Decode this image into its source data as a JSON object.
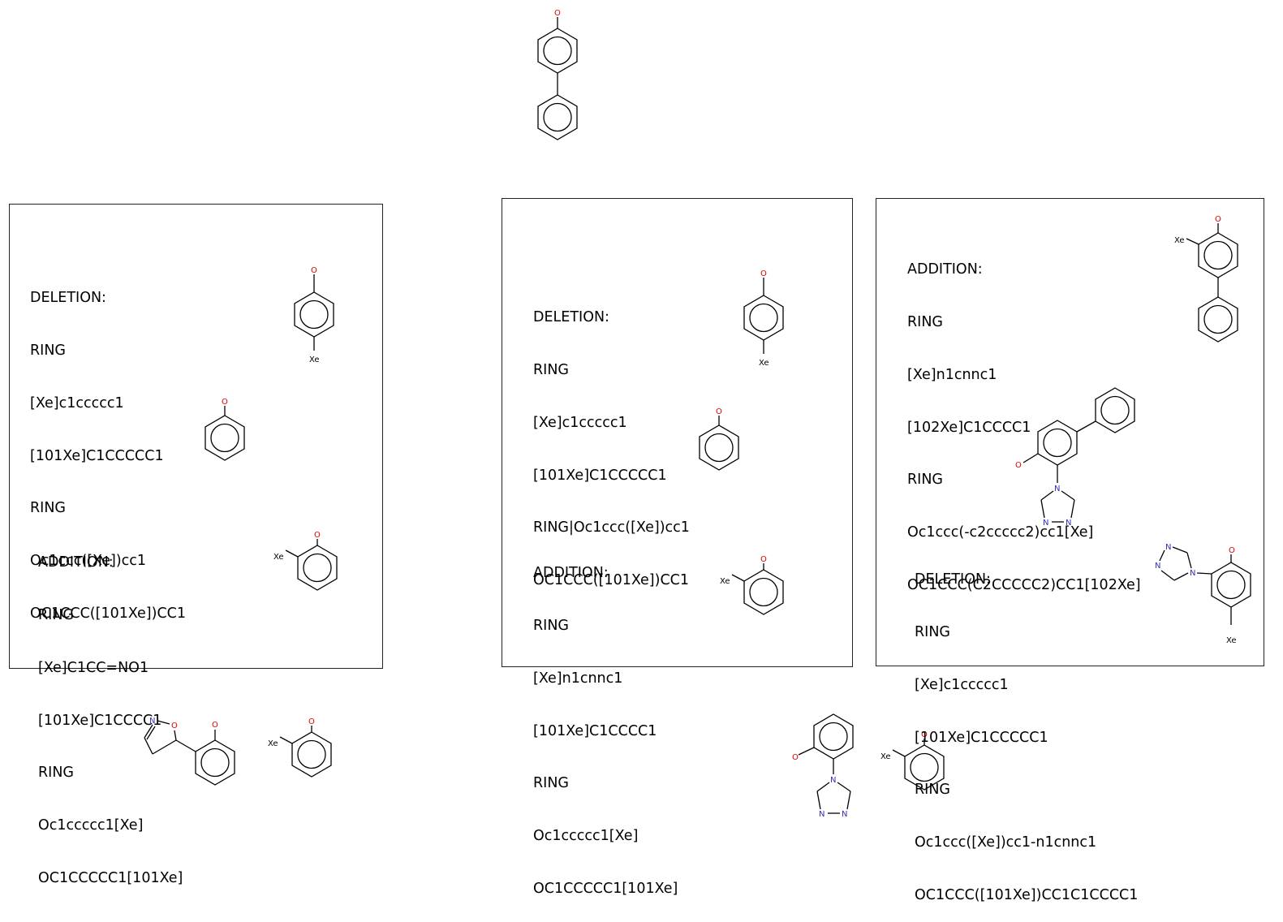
{
  "atoms": {
    "O": "O",
    "N": "N",
    "Xe": "Xe"
  },
  "panels": [
    {
      "deletion": {
        "header": "DELETION:",
        "lines": [
          "RING",
          "[Xe]c1ccccc1",
          "[101Xe]C1CCCCC1",
          "RING",
          "Oc1ccc([Xe])cc1",
          "OC1CCC([101Xe])CC1"
        ]
      },
      "addition": {
        "header": "ADDITION:",
        "lines": [
          "RING",
          "[Xe]C1CC=NO1",
          "[101Xe]C1CCCC1",
          "RING",
          "Oc1ccccc1[Xe]",
          "OC1CCCCC1[101Xe]"
        ]
      }
    },
    {
      "deletion": {
        "header": "DELETION:",
        "lines": [
          "RING",
          "[Xe]c1ccccc1",
          "[101Xe]C1CCCCC1",
          "RING|Oc1ccc([Xe])cc1",
          "OC1CCC([101Xe])CC1"
        ]
      },
      "addition": {
        "header": "ADDITION:",
        "lines": [
          "RING",
          "[Xe]n1cnnc1",
          "[101Xe]C1CCCC1",
          "RING",
          "Oc1ccccc1[Xe]",
          "OC1CCCCC1[101Xe]"
        ]
      }
    },
    {
      "addition": {
        "header": "ADDITION:",
        "lines": [
          "RING",
          "[Xe]n1cnnc1",
          "[102Xe]C1CCCC1",
          "RING",
          "Oc1ccc(-c2ccccc2)cc1[Xe]",
          "OC1CCC(C2CCCCC2)CC1[102Xe]"
        ]
      },
      "deletion": {
        "header": "DELETION:",
        "lines": [
          "RING",
          "[Xe]c1ccccc1",
          "[101Xe]C1CCCCC1",
          "RING",
          "Oc1ccc([Xe])cc1-n1cnnc1",
          "OC1CCC([101Xe])CC1C1CCCC1"
        ]
      }
    }
  ]
}
